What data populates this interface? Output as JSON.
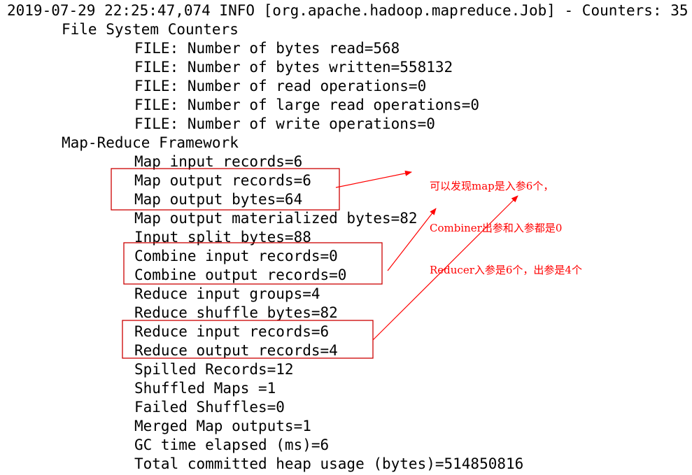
{
  "log": {
    "header": "2019-07-29 22:25:47,074 INFO [org.apache.hadoop.mapreduce.Job] - Counters: 35",
    "lines": [
      "File System Counters",
      "FILE: Number of bytes read=568",
      "FILE: Number of bytes written=558132",
      "FILE: Number of read operations=0",
      "FILE: Number of large read operations=0",
      "FILE: Number of write operations=0",
      "Map-Reduce Framework",
      "Map input records=6",
      "Map output records=6",
      "Map output bytes=64",
      "Map output materialized bytes=82",
      "Input split bytes=88",
      "Combine input records=0",
      "Combine output records=0",
      "Reduce input groups=4",
      "Reduce shuffle bytes=82",
      "Reduce input records=6",
      "Reduce output records=4",
      "Spilled Records=12",
      "Shuffled Maps =1",
      "Failed Shuffles=0",
      "Merged Map outputs=1",
      "GC time elapsed (ms)=6",
      "Total committed heap usage (bytes)=514850816"
    ]
  },
  "annotation": {
    "line1": "可以发现map是入参6个，",
    "line2": "Combiner出参和入参都是0",
    "line3": "Reducer入参是6个，出参是4个",
    "color": "#ff0000"
  },
  "colors": {
    "text": "#000000",
    "background": "#ffffff",
    "highlight_box": "#cc0000",
    "arrow": "#ff0000"
  }
}
